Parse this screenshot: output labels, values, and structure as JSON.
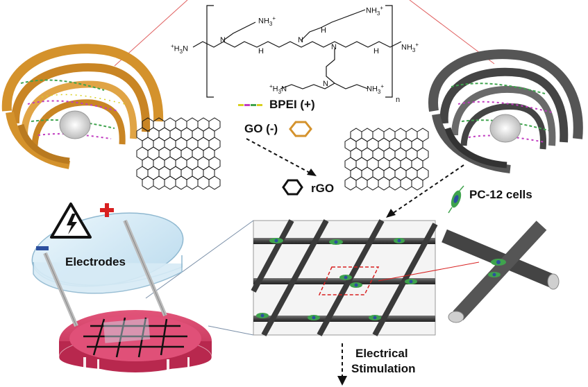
{
  "labels": {
    "bpei": "BPEI (+)",
    "go": "GO (-)",
    "rgo": "rGO",
    "pc12": "PC-12 cells",
    "electrodes": "Electrodes",
    "stimulation_line1": "Electrical",
    "stimulation_line2": "Stimulation",
    "n": "n"
  },
  "chem": {
    "nh3": "NH",
    "plus": "+",
    "h3n": "H",
    "h3n_tail": "N",
    "nh": "H",
    "n": "N"
  },
  "colors": {
    "orange_scaffold": "#d4922c",
    "gray_scaffold": "#555555",
    "dish_pink": "#d5335d",
    "dish_glass": "#cfe8f5",
    "cell_green": "#3fa34d",
    "cell_blue": "#2c4f9e",
    "red_plus": "#d82020"
  },
  "icons": [
    "hexagon-icon",
    "high-voltage-warning-icon",
    "plus-icon",
    "minus-icon",
    "cell-icon",
    "down-arrow-icon"
  ]
}
